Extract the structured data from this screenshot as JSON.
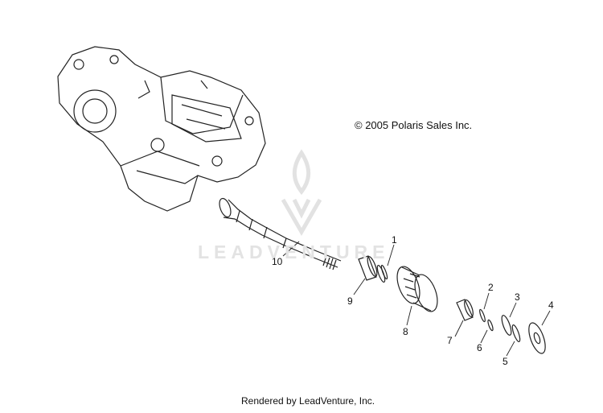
{
  "copyright": "© 2005 Polaris Sales Inc.",
  "footer": "Rendered by LeadVenture, Inc.",
  "watermark": "LEADVENTURE",
  "callouts": [
    "1",
    "2",
    "3",
    "4",
    "5",
    "6",
    "7",
    "8",
    "9",
    "10"
  ]
}
